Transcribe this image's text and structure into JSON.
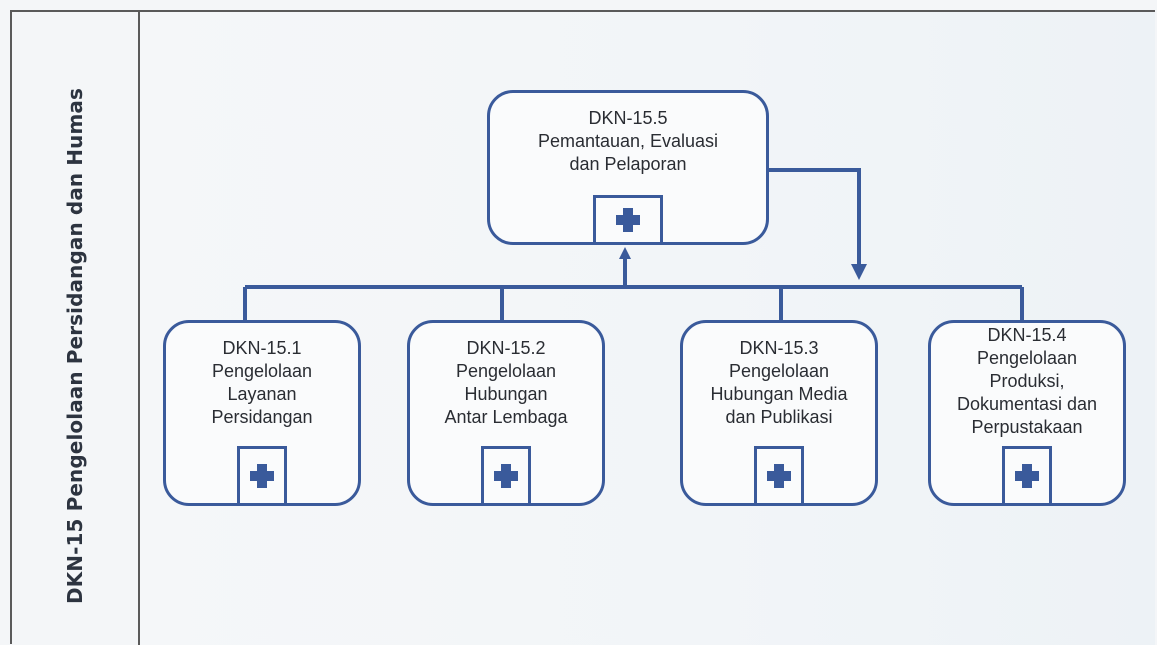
{
  "side_title": "DKN-15 Pengelolaan Persidangan dan Humas",
  "nodes": {
    "n5": {
      "code": "DKN-15.5",
      "label_lines": [
        "Pemantauan, Evaluasi",
        "dan Pelaporan"
      ]
    },
    "n1": {
      "code": "DKN-15.1",
      "label_lines": [
        "Pengelolaan",
        "Layanan",
        "Persidangan"
      ]
    },
    "n2": {
      "code": "DKN-15.2",
      "label_lines": [
        "Pengelolaan",
        "Hubungan",
        "Antar Lembaga"
      ]
    },
    "n3": {
      "code": "DKN-15.3",
      "label_lines": [
        "Pengelolaan",
        "Hubungan Media",
        "dan Publikasi"
      ]
    },
    "n4": {
      "code": "DKN-15.4",
      "label_lines": [
        "Pengelolaan",
        "Produksi,",
        "Dokumentasi dan",
        "Perpustakaan"
      ]
    }
  },
  "colors": {
    "node_border": "#3a5a9b",
    "connector": "#3a5a9b",
    "text": "#2a2d33",
    "frame": "#5a5a5a"
  },
  "icons": {
    "expand": "plus-icon"
  }
}
